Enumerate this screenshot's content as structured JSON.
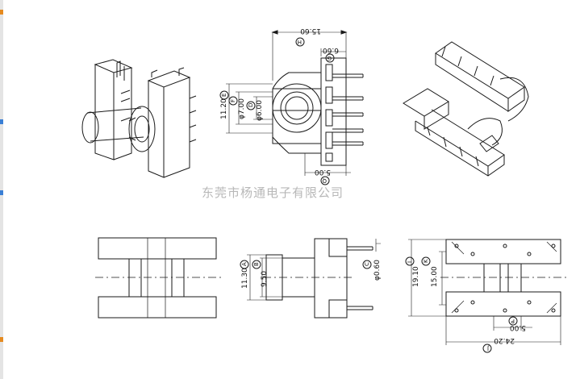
{
  "watermark": "东莞市杨通电子有限公司",
  "colors": {
    "line": "#1a1a1a",
    "watermark": "#b8b8b8",
    "edge": "#e4e4e4"
  },
  "front_view": {
    "dims": {
      "overall_width": "15.60",
      "pin_offset": "6.60",
      "pin_pitch": "5.00",
      "height_outer": "11.20",
      "diameter_outer": "φ7.00",
      "diameter_inner": "φ6.00"
    },
    "labels": {
      "overall_width": "H",
      "pin_offset": "G",
      "pin_pitch": "Q",
      "height_outer": "E",
      "diameter_outer": "F",
      "diameter_inner": "D"
    }
  },
  "side_view": {
    "dims": {
      "flange_height": "11.30",
      "core_height": "9.50",
      "pin_diameter": "φ0.60"
    },
    "labels": {
      "flange_height": "A",
      "core_height": "B",
      "pin_diameter": "C"
    }
  },
  "bottom_view": {
    "dims": {
      "total_height": "19.10",
      "inner_height": "15.00",
      "pin_pitch": "5.00",
      "total_width": "24.20"
    },
    "labels": {
      "total_height": "I",
      "inner_height": "K",
      "pin_pitch": "P",
      "total_width": "J"
    }
  }
}
